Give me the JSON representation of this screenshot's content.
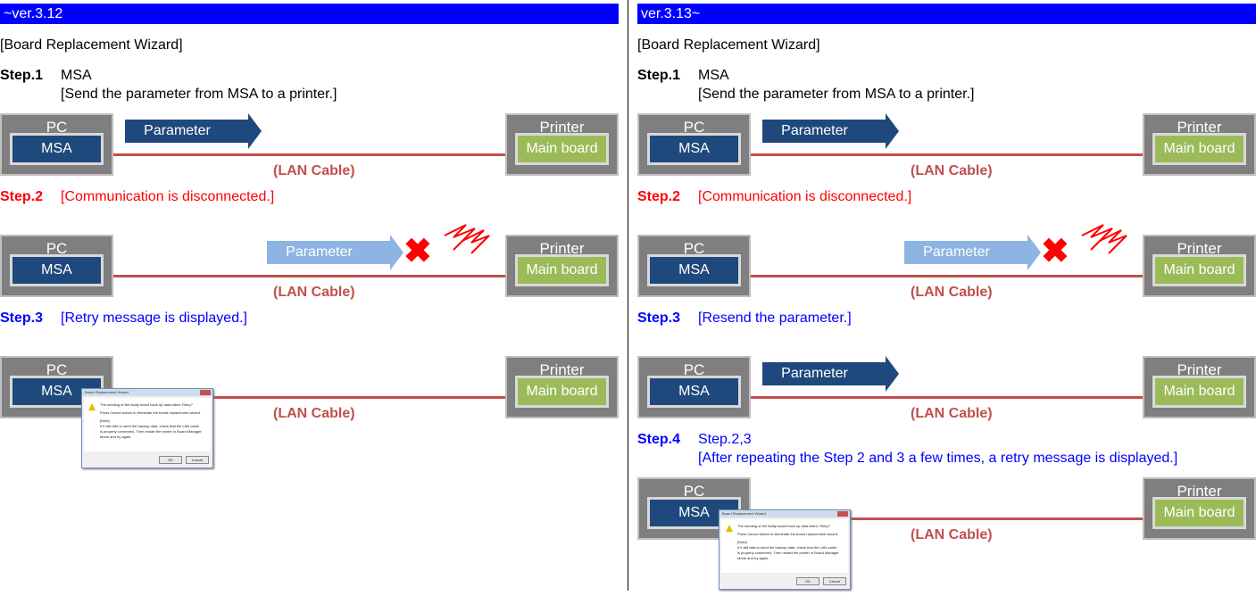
{
  "left": {
    "version": "~ver.3.12",
    "wizard_title": "[Board Replacement Wizard]",
    "step1": {
      "label": "Step.1",
      "title": "MSA",
      "desc": "[Send the parameter from MSA to a printer.]"
    },
    "step2": {
      "label": "Step.2",
      "desc": "[Communication is disconnected.]"
    },
    "step3": {
      "label": "Step.3",
      "desc": "[Retry message is displayed.]"
    }
  },
  "right": {
    "version": "ver.3.13~",
    "wizard_title": "[Board Replacement Wizard]",
    "step1": {
      "label": "Step.1",
      "title": "MSA",
      "desc": "[Send the parameter from MSA to a printer.]"
    },
    "step2": {
      "label": "Step.2",
      "desc": "[Communication is disconnected.]"
    },
    "step3": {
      "label": "Step.3",
      "desc": "[Resend the parameter.]"
    },
    "step4": {
      "label": "Step.4",
      "title": "Step.2,3",
      "desc": "[After repeating the Step 2 and 3 a few times, a retry message is displayed.]"
    }
  },
  "diagram": {
    "pc_title": "PC",
    "msa_label": "MSA",
    "printer_title": "Printer",
    "main_board_label": "Main board",
    "parameter_label": "Parameter",
    "lan_cable_label": "(LAN Cable)"
  },
  "dialog": {
    "title": "Board Replacement Wizard",
    "line1": "The sending of the faulty board back up data failed. Retry?",
    "line2": "Press Cancel button to terminate the board replacement wizard.",
    "note": "[Note]",
    "line3": "If it still fails to send the backup data, check that the LAN cable",
    "line4": "is properly connected. Then restart the printer in Board Manager",
    "line5": "Mode and try again.",
    "ok": "OK",
    "cancel": "Cancel"
  },
  "colors": {
    "version_bar": "#0000ff",
    "red_text": "#ff0000",
    "blue_text": "#0000ff",
    "cable": "#c0504d",
    "msa": "#1f497d",
    "main_board": "#9bbb59",
    "box": "#7f7f7f",
    "parameter_light": "#8db4e2"
  }
}
